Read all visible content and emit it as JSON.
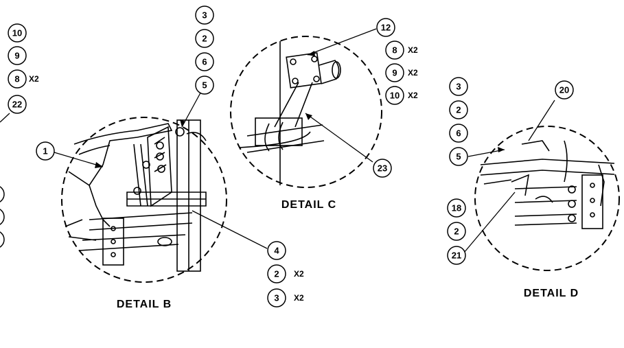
{
  "details": [
    {
      "id": "B",
      "label": "DETAIL  B"
    },
    {
      "id": "C",
      "label": "DETAIL  C"
    },
    {
      "id": "D",
      "label": "DETAIL  D"
    }
  ],
  "balloons": {
    "b_left_10": "10",
    "b_left_9": "9",
    "b_left_8": "8",
    "b_left_22": "22",
    "b_1": "1",
    "b_top_3": "3",
    "b_top_2": "2",
    "b_top_6": "6",
    "b_top_5": "5",
    "b_bot_4": "4",
    "b_bot_2": "2",
    "b_bot_3": "3",
    "c_12": "12",
    "c_8": "8",
    "c_9": "9",
    "c_10": "10",
    "c_23": "23",
    "d_3": "3",
    "d_2": "2",
    "d_6": "6",
    "d_5": "5",
    "d_20": "20",
    "d_18": "18",
    "d_2b": "2",
    "d_21": "21"
  },
  "quantities": {
    "b_left_8": "X2",
    "b_bot_2": "X2",
    "b_bot_3": "X2",
    "c_8": "X2",
    "c_9": "X2",
    "c_10": "X2"
  },
  "colors": {
    "ink": "#000000",
    "paper": "#ffffff"
  }
}
